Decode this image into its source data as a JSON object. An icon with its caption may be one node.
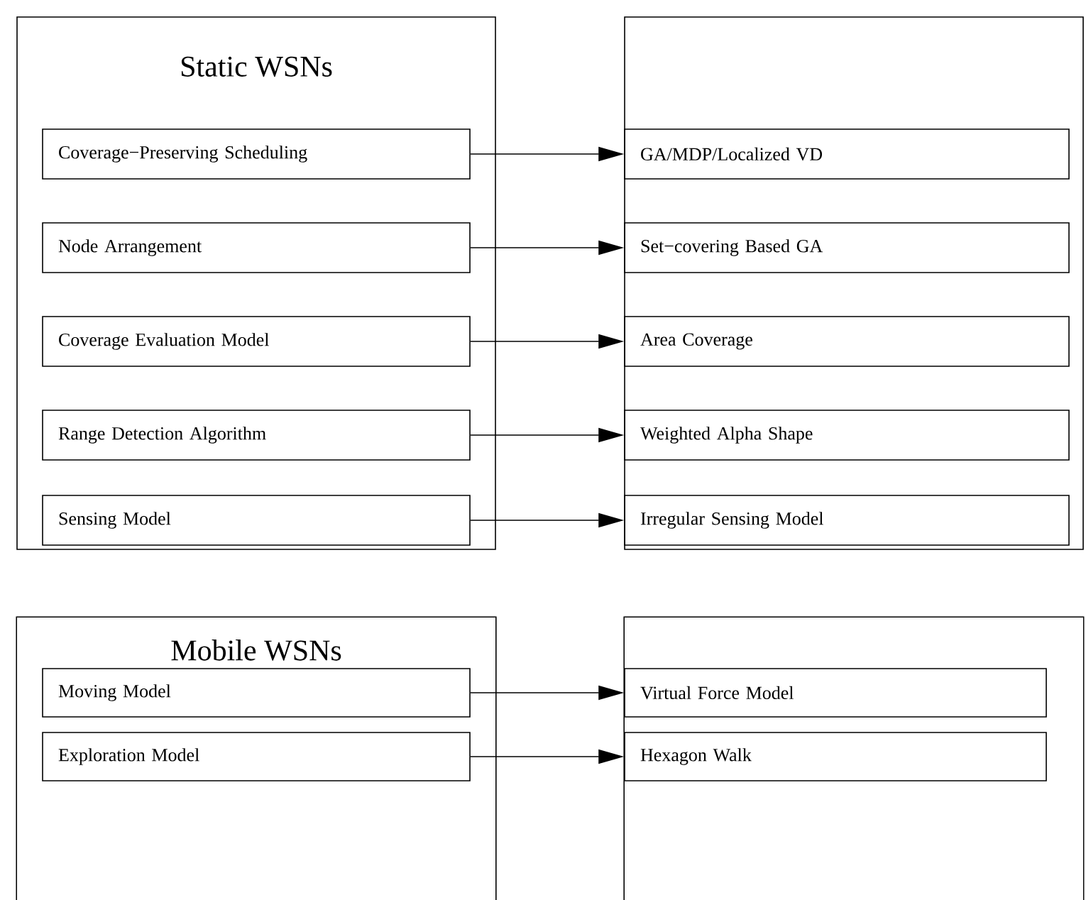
{
  "diagram": {
    "nodes": [
      {
        "text": [
          "Static WSNs"
        ]
      },
      {
        "text": [
          "Coverage−Preserving Scheduling"
        ],
        "in": 0
      },
      {
        "text": [
          "Node Arrangement"
        ],
        "in": 0
      },
      {
        "text": [
          "Coverage Evaluation Model"
        ],
        "in": 0
      },
      {
        "text": [
          "Range Detection Algorithm"
        ],
        "in": 0
      },
      {
        "text": [
          "Sensing Model"
        ],
        "in": 0
      },
      {
        "text": [],
        "shape": "box"
      },
      {
        "text": [
          "GA/MDP/Localized VD"
        ],
        "in": 6
      },
      {
        "text": [
          "Set−covering Based GA"
        ],
        "in": 6
      },
      {
        "text": [
          "Area Coverage"
        ],
        "in": 6
      },
      {
        "text": [
          "Weighted Alpha Shape"
        ],
        "in": 6
      },
      {
        "text": [
          "Irregular Sensing Model"
        ],
        "in": 6
      },
      {
        "text": [
          "Mobile WSNs"
        ]
      },
      {
        "text": [
          "Moving Model"
        ],
        "in": 12
      },
      {
        "text": [
          "Exploration Model"
        ],
        "in": 12
      },
      {
        "text": [],
        "shape": "box"
      },
      {
        "text": [
          "Virtual Force Model"
        ],
        "in": 15
      },
      {
        "text": [
          "Hexagon Walk"
        ],
        "in": 15
      }
    ],
    "edges": [
      {
        "from": 1,
        "to": 7,
        "arrow": "to"
      },
      {
        "from": 2,
        "to": 8,
        "arrow": "to"
      },
      {
        "from": 3,
        "to": 9,
        "arrow": "to"
      },
      {
        "from": 4,
        "to": 10,
        "arrow": "to"
      },
      {
        "from": 5,
        "to": 11,
        "arrow": "to"
      },
      {
        "from": 13,
        "to": 16,
        "arrow": "to"
      },
      {
        "from": 14,
        "to": 17,
        "arrow": "to"
      }
    ]
  }
}
